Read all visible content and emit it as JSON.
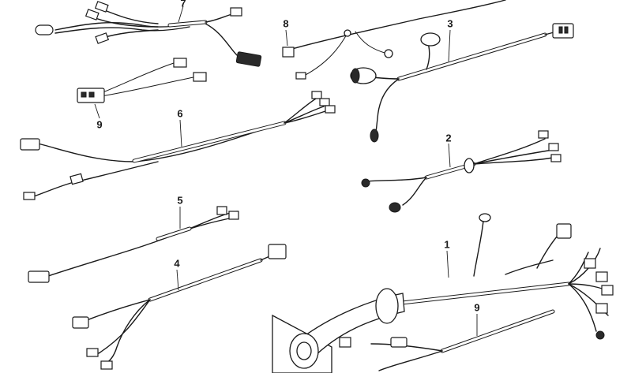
{
  "diagram": {
    "callouts": [
      {
        "id": "c7",
        "label": "7"
      },
      {
        "id": "c8",
        "label": "8"
      },
      {
        "id": "c3",
        "label": "3"
      },
      {
        "id": "c9a",
        "label": "9"
      },
      {
        "id": "c6",
        "label": "6"
      },
      {
        "id": "c2",
        "label": "2"
      },
      {
        "id": "c5",
        "label": "5"
      },
      {
        "id": "c1",
        "label": "1"
      },
      {
        "id": "c4",
        "label": "4"
      },
      {
        "id": "c9b",
        "label": "9"
      }
    ]
  }
}
